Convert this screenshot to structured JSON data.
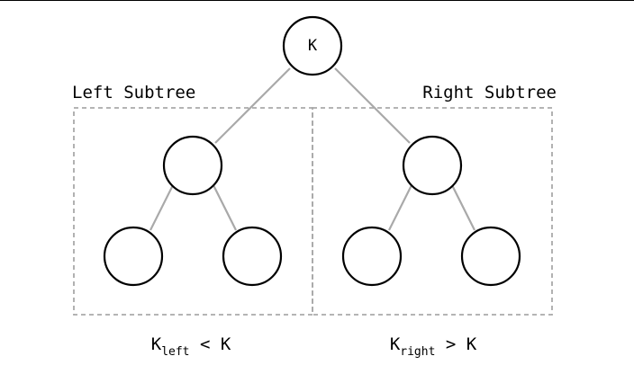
{
  "root": {
    "label": "K"
  },
  "regions": {
    "left": {
      "title": "Left Subtree"
    },
    "right": {
      "title": "Right Subtree"
    }
  },
  "conditions": {
    "left": {
      "base": "K",
      "sub": "left",
      "rest": " < K"
    },
    "right": {
      "base": "K",
      "sub": "right",
      "rest": " > K"
    }
  }
}
